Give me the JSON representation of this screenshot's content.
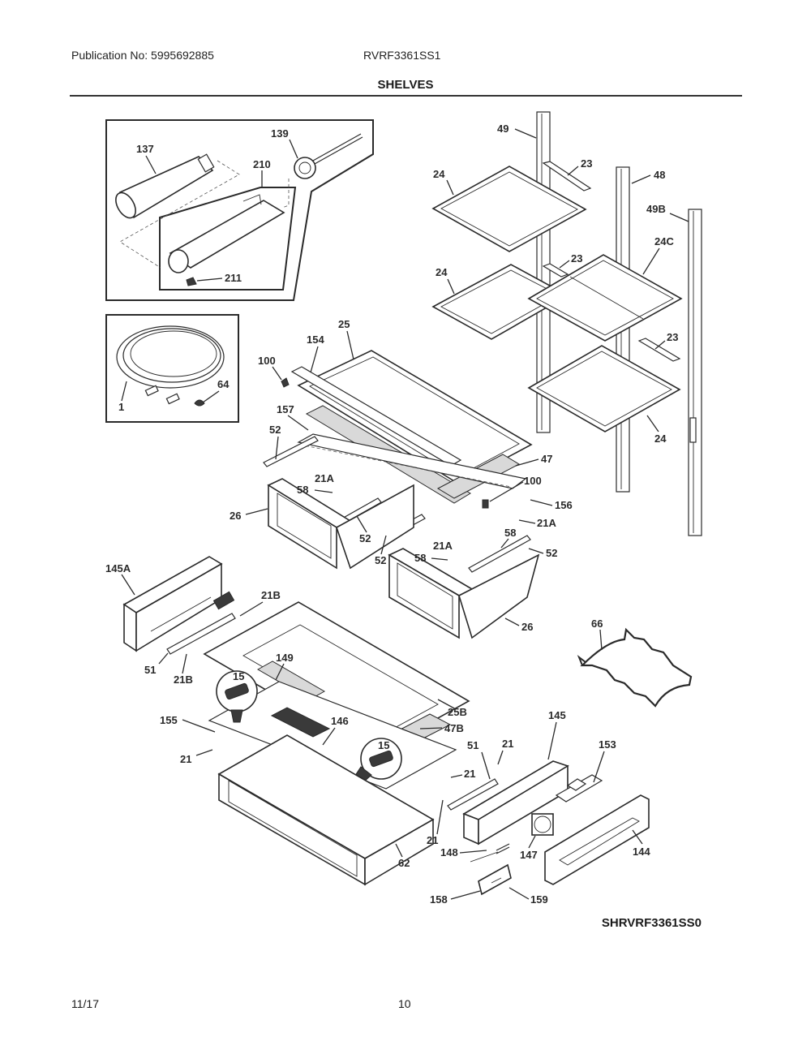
{
  "header": {
    "publication": "Publication No: 5995692885",
    "model": "RVRF3361SS1",
    "section_title": "SHELVES"
  },
  "diagram": {
    "diagram_code": "SHRVRF3361SS0",
    "callouts": {
      "c137": "137",
      "c139": "139",
      "c210": "210",
      "c211": "211",
      "c1": "1",
      "c64": "64",
      "c49": "49",
      "c23a": "23",
      "c24a": "24",
      "c48": "48",
      "c49b": "49B",
      "c24c": "24C",
      "c23b": "23",
      "c24b": "24",
      "c23c": "23",
      "c24d": "24",
      "c25": "25",
      "c154": "154",
      "c100a": "100",
      "c157": "157",
      "c52a": "52",
      "c21aa": "21A",
      "c58a": "58",
      "c26a": "26",
      "c52b": "52",
      "c52c": "52",
      "c47": "47",
      "c100b": "100",
      "c156": "156",
      "c21ab": "21A",
      "c58b": "58",
      "c21ac": "21A",
      "c58c": "58",
      "c52d": "52",
      "c26b": "26",
      "c66": "66",
      "c145a": "145A",
      "c21ba": "21B",
      "c51a": "51",
      "c21bb": "21B",
      "c149": "149",
      "c15a": "15",
      "c25b": "25B",
      "c155": "155",
      "c146": "146",
      "c47b": "47B",
      "c15b": "15",
      "c21a": "21",
      "c145": "145",
      "c51b": "51",
      "c21b": "21",
      "c153": "153",
      "c21c": "21",
      "c21d": "21",
      "c148": "148",
      "c147": "147",
      "c144": "144",
      "c62": "62",
      "c158": "158",
      "c159": "159"
    }
  },
  "footer": {
    "date": "11/17",
    "page": "10"
  }
}
